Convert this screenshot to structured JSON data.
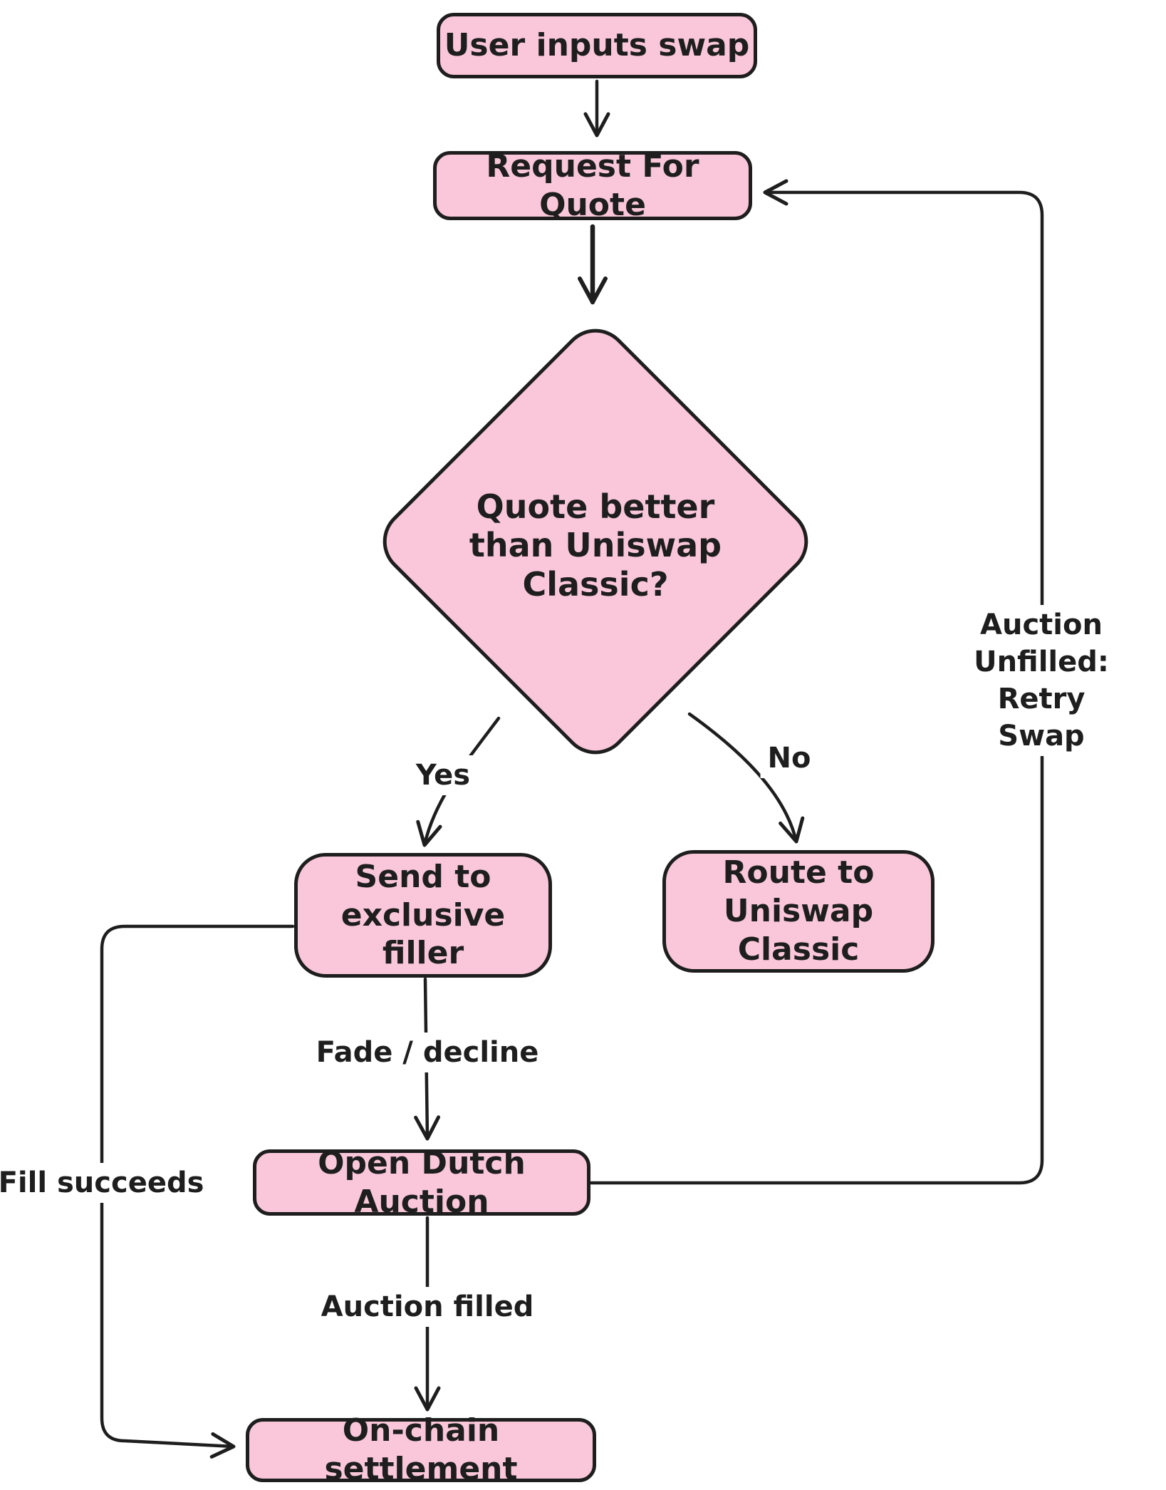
{
  "diagram": {
    "colors": {
      "node_fill": "#f9c7d9",
      "stroke": "#1e1e1e",
      "text": "#1e1e1e",
      "background": "#ffffff"
    },
    "nodes": {
      "user_input": {
        "label": "User inputs swap"
      },
      "request_for_quote": {
        "label": "Request For Quote"
      },
      "quote_decision": {
        "label": "Quote better\nthan Uniswap\nClassic?"
      },
      "send_exclusive_filler": {
        "label": "Send to\nexclusive filler"
      },
      "route_uniswap_classic": {
        "label": "Route to\nUniswap Classic"
      },
      "open_dutch_auction": {
        "label": "Open Dutch Auction"
      },
      "onchain_settlement": {
        "label": "On-chain settlement"
      }
    },
    "edge_labels": {
      "yes": "Yes",
      "no": "No",
      "fade_decline": "Fade / decline",
      "auction_filled": "Auction filled",
      "fill_succeeds": "Fill succeeds",
      "auction_unfilled_retry": "Auction Unfilled:\nRetry Swap"
    }
  }
}
